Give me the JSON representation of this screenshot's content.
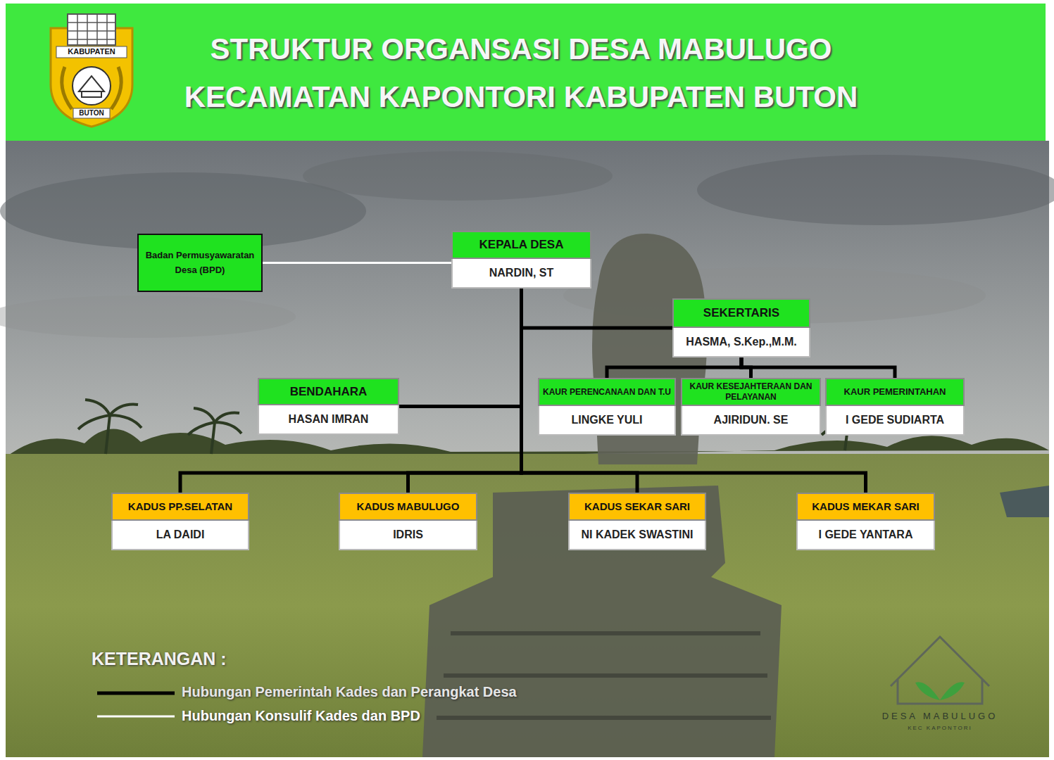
{
  "diagram": {
    "title": "STRUKTUR ORGANSASI DESA MABULUGO KECAMATAN KAPONTORI KABUPATEN BUTON",
    "nodes": [
      {
        "text": [
          "Badan Permusyawaratan Desa (BPD)"
        ]
      },
      {
        "text": [
          "KEPALA DESA",
          "NARDIN, ST"
        ]
      },
      {
        "text": [
          "SEKERTARIS",
          "HASMA, S.Kep.,M.M."
        ]
      },
      {
        "text": [
          "BENDAHARA",
          "HASAN IMRAN"
        ]
      },
      {
        "text": [
          "KAUR PERENCANAAN DAN T.U",
          "LINGKE YULI"
        ]
      },
      {
        "text": [
          "KAUR KESEJAHTERAAN DAN PELAYANAN",
          "AJIRIDUN. SE"
        ]
      },
      {
        "text": [
          "KAUR PEMERINTAHAN",
          "I GEDE SUDIARTA"
        ]
      },
      {
        "text": [
          "KADUS PP.SELATAN",
          "LA DAIDI"
        ]
      },
      {
        "text": [
          "KADUS MABULUGO",
          "IDRIS"
        ]
      },
      {
        "text": [
          "KADUS SEKAR SARI",
          "NI KADEK SWASTINI"
        ]
      },
      {
        "text": [
          "KADUS MEKAR SARI",
          "I GEDE YANTARA"
        ]
      }
    ],
    "edges": [
      {
        "from": 0,
        "to": 1,
        "arrow": "none"
      },
      {
        "from": 1,
        "to": 2,
        "arrow": "none"
      },
      {
        "from": 1,
        "to": 3,
        "arrow": "none"
      },
      {
        "from": 2,
        "to": 4,
        "arrow": "none"
      },
      {
        "from": 2,
        "to": 5,
        "arrow": "none"
      },
      {
        "from": 2,
        "to": 6,
        "arrow": "none"
      },
      {
        "from": 1,
        "to": 7,
        "arrow": "none"
      },
      {
        "from": 1,
        "to": 8,
        "arrow": "none"
      },
      {
        "from": 1,
        "to": 9,
        "arrow": "none"
      },
      {
        "from": 1,
        "to": 10,
        "arrow": "none"
      }
    ],
    "labels": [
      "KABUPATEN",
      "BUTON",
      "KETERANGAN :",
      "DESA MABULUGO",
      "KEC KAPONTORI"
    ],
    "legend": [
      {
        "text": "Hubungan Pemerintah Kades dan Perangkat Desa"
      },
      {
        "text": "Hubungan Konsulif Kades dan BPD"
      }
    ]
  }
}
